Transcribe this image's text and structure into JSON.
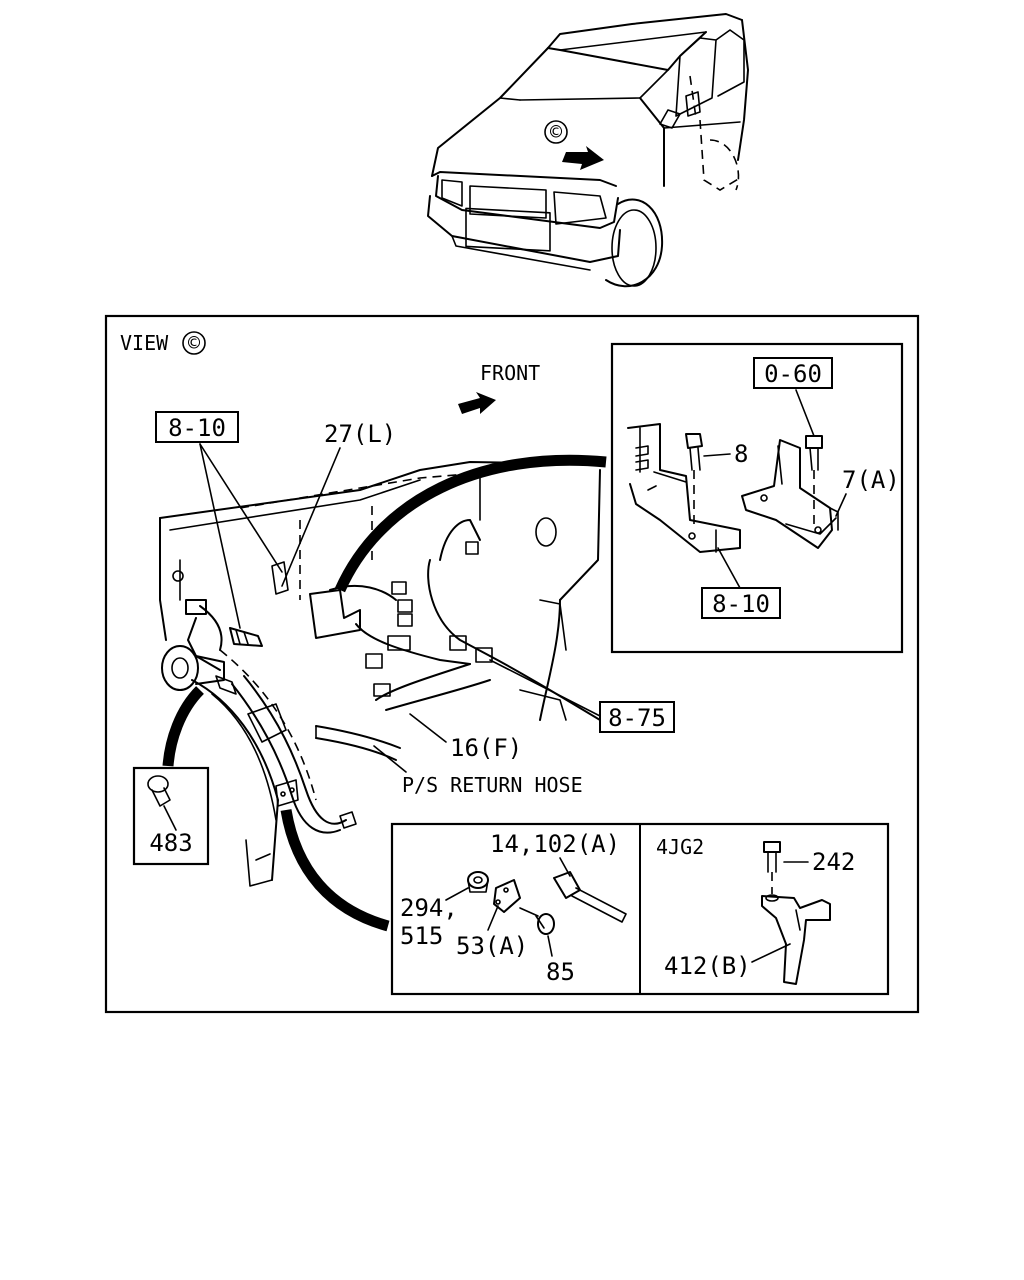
{
  "vehicle": {
    "view_marker": "©"
  },
  "view": {
    "title": "VIEW",
    "marker": "©",
    "front_label": "FRONT"
  },
  "labels": {
    "bracket_ref_main": "8-10",
    "part_27": "27(L)",
    "ref_8_75": "8-75",
    "part_16": "16(F)",
    "hose": "P/S RETURN HOSE",
    "part_483": "483"
  },
  "inset_bracket": {
    "ref_top": "0-60",
    "bolt": "8",
    "bracket": "7(A)",
    "ref_bottom": "8-10"
  },
  "inset_clips": {
    "tie": "14,102(A)",
    "nut_line1": "294,",
    "nut_line2": "515",
    "clip": "53(A)",
    "rivet": "85"
  },
  "inset_engine": {
    "engine": "4JG2",
    "bolt": "242",
    "bracket": "412(B)"
  },
  "colors": {
    "ink": "#000000",
    "paper": "#ffffff"
  }
}
